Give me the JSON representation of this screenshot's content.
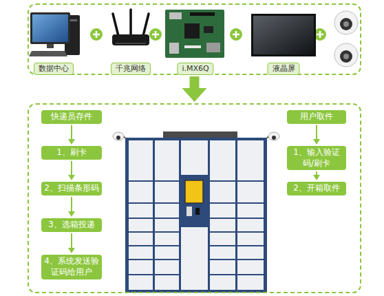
{
  "diagram": {
    "nodes": [
      {
        "text": [
          "数据中心",
          "千兆网络",
          "i.MX6Q",
          "液晶屏"
        ]
      },
      {
        "text": []
      },
      {
        "text": [
          "快递员存件"
        ],
        "in": 1
      },
      {
        "text": [
          "1、刷卡"
        ],
        "in": 1
      },
      {
        "text": [
          "2、扫描条形码"
        ],
        "in": 1
      },
      {
        "text": [
          "3、选箱投递"
        ],
        "in": 1
      },
      {
        "text": [
          "4、系统发送验证码给用户"
        ],
        "in": 1
      },
      {
        "text": [
          "用户取件"
        ],
        "in": 1
      },
      {
        "text": [
          "1、输入验证码/刷卡"
        ],
        "in": 1
      },
      {
        "text": [
          "2、开箱取件"
        ],
        "in": 1
      }
    ],
    "edges": [
      {
        "from": 0,
        "to": 1,
        "arrow": "to"
      },
      {
        "from": 2,
        "to": 3,
        "arrow": "to"
      },
      {
        "from": 3,
        "to": 4,
        "arrow": "to"
      },
      {
        "from": 4,
        "to": 5,
        "arrow": "to"
      },
      {
        "from": 5,
        "to": 6,
        "arrow": "to"
      },
      {
        "from": 7,
        "to": 8,
        "arrow": "to"
      },
      {
        "from": 8,
        "to": 9,
        "arrow": "to"
      }
    ]
  }
}
